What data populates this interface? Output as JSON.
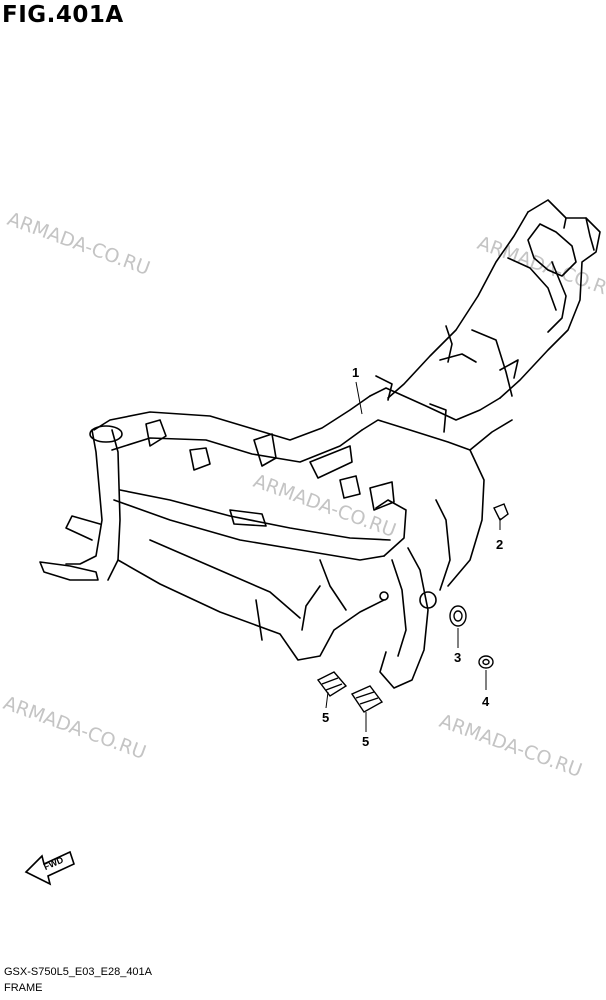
{
  "figure": {
    "title": "FIG.401A",
    "watermark": "ARMADA-CO.RU",
    "fwd_label": "FWD",
    "code": "GSX-S750L5_E03_E28_401A",
    "name": "FRAME"
  },
  "callouts": [
    "1",
    "2",
    "3",
    "4",
    "5",
    "5"
  ]
}
